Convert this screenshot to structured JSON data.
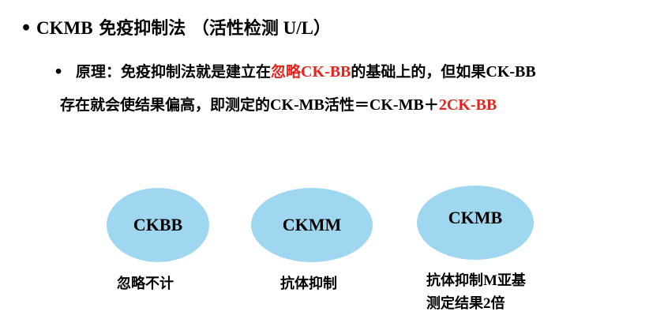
{
  "heading": {
    "bullet": "•",
    "latin": "CKMB",
    "text": " 免疫抑制法 （活性检测",
    "unit": " U/L",
    "close": "）"
  },
  "principle": {
    "bullet": "•",
    "part1": "原理：免疫抑制法就是建立在",
    "red_cn": "忽略",
    "red_latin": "CK-BB",
    "part2": "的基础上的，但如果",
    "latin2": "CK-BB",
    "line2_part1": "存在就会使结果偏高，即测定的",
    "latin3": "CK-MB",
    "line2_part2": "活性＝",
    "latin4": "CK-MB",
    "plus": "＋",
    "red_formula": "2CK-BB"
  },
  "ellipses": [
    {
      "label": "CKBB",
      "caption": "忽略不计"
    },
    {
      "label": "CKMM",
      "caption": "抗体抑制"
    },
    {
      "label": "CKMB",
      "caption_line1_cn": "抗体抑制",
      "caption_line1_latin": "M",
      "caption_line1_rest": "亚基",
      "caption_line2_cn": "测定结果",
      "caption_line2_latin": "2",
      "caption_line2_rest": "倍"
    }
  ],
  "colors": {
    "ellipse_fill": "#9fd7f0",
    "highlight_red": "#e8221c",
    "text": "#000000"
  }
}
